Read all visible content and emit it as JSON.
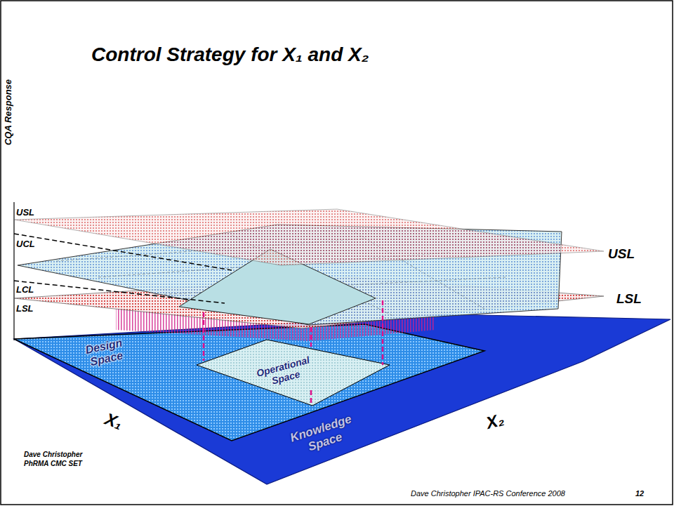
{
  "diagram": {
    "title": "Control Strategy for X₁ and X₂",
    "nodes": [
      {
        "text": [
          "Knowledge Space"
        ]
      },
      {
        "text": [
          "Design Space"
        ],
        "in": 0
      },
      {
        "text": [
          "Operational Space"
        ],
        "in": 1
      }
    ],
    "labels": [
      "CQA Response",
      "USL",
      "UCL",
      "LCL",
      "LSL",
      "USL",
      "LSL",
      "X₁",
      "X₂",
      "Dave Christopher",
      "PhRMA CMC SET",
      "Dave Christopher IPAC-RS Conference 2008",
      "12"
    ]
  }
}
